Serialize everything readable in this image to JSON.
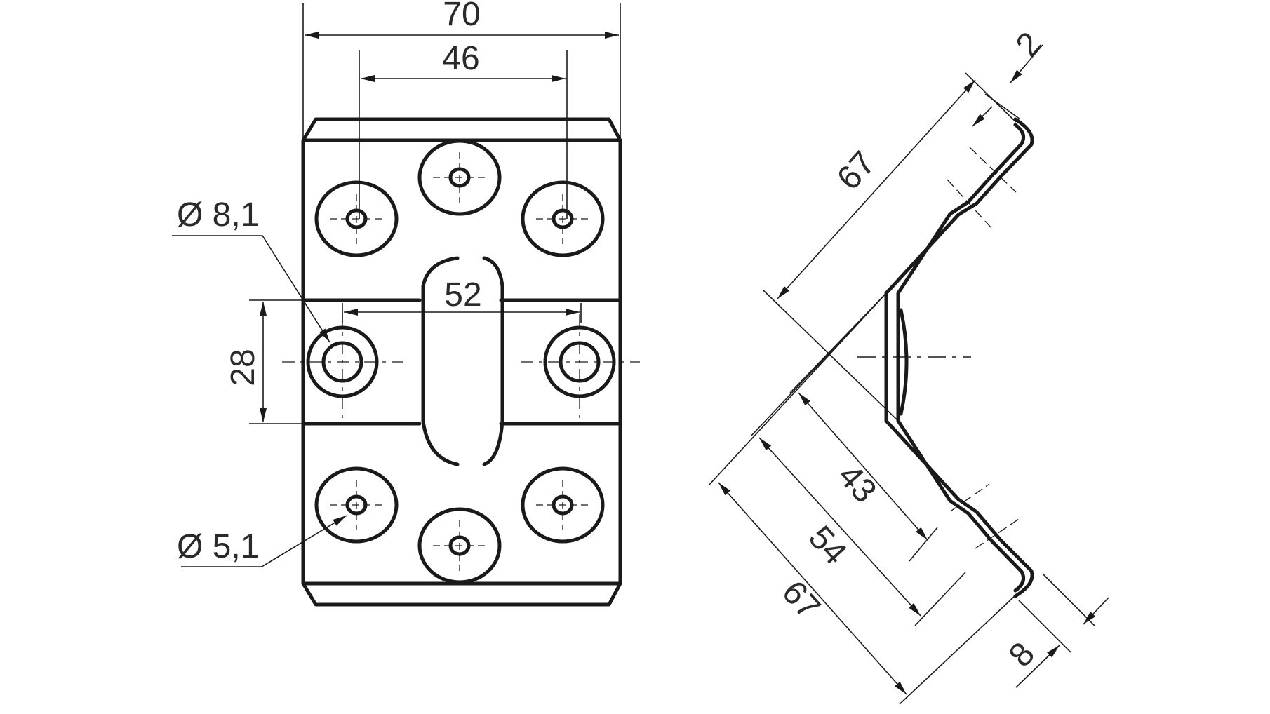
{
  "dimensions": {
    "width_overall": "70",
    "hole_spacing_top": "46",
    "center_hole_spacing": "52",
    "band_height": "28",
    "large_hole_diameter": "Ø 8,1",
    "small_hole_diameter": "Ø 5,1",
    "leg_length_top": "67",
    "thickness": "2",
    "inner_length": "43",
    "middle_length": "54",
    "leg_length_bottom": "67",
    "flange": "8"
  },
  "colors": {
    "line": "#1a1a1a",
    "text": "#2a2a2a",
    "background": "#ffffff"
  }
}
